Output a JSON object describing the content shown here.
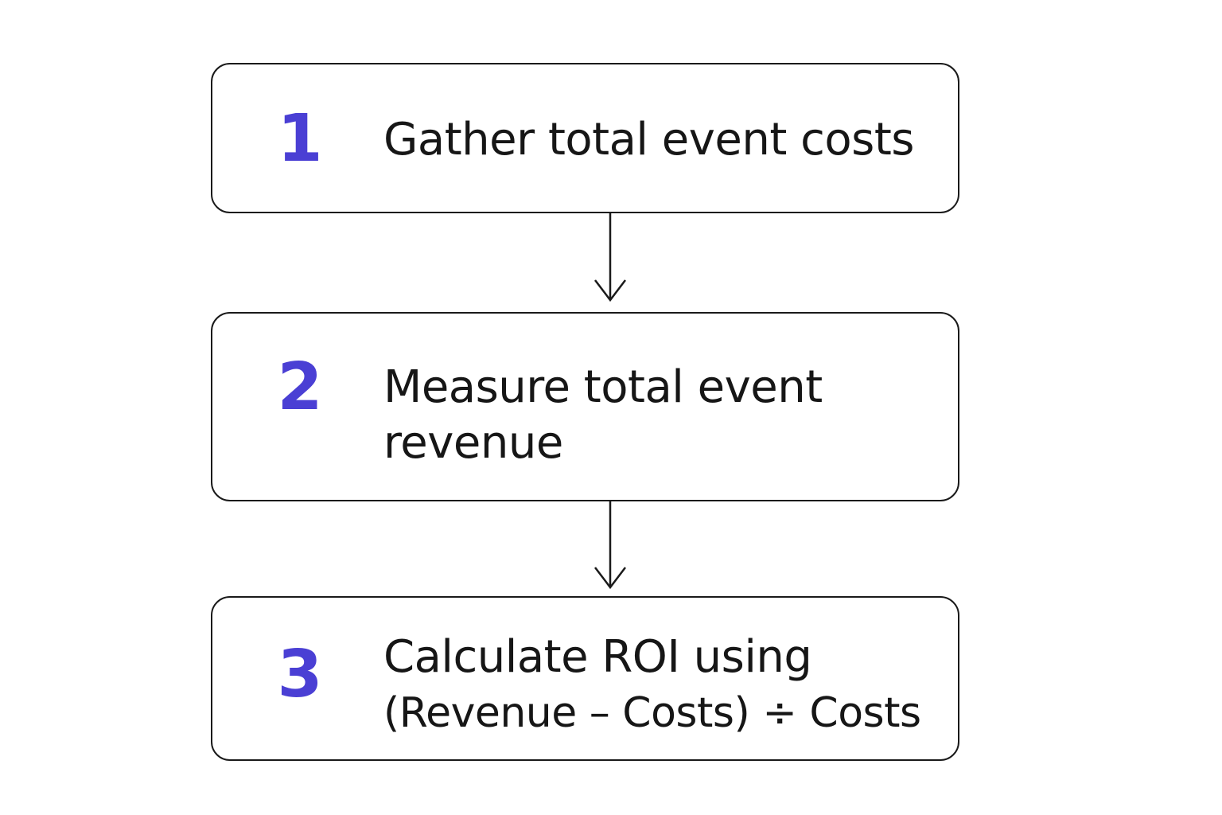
{
  "accent_color": "#4a3fd4",
  "steps": [
    {
      "number": "1",
      "lines": [
        "Gather total event costs"
      ]
    },
    {
      "number": "2",
      "lines": [
        "Measure total event",
        "revenue"
      ]
    },
    {
      "number": "3",
      "lines": [
        "Calculate ROI using",
        "(Revenue – Costs) ÷ Costs"
      ]
    }
  ]
}
